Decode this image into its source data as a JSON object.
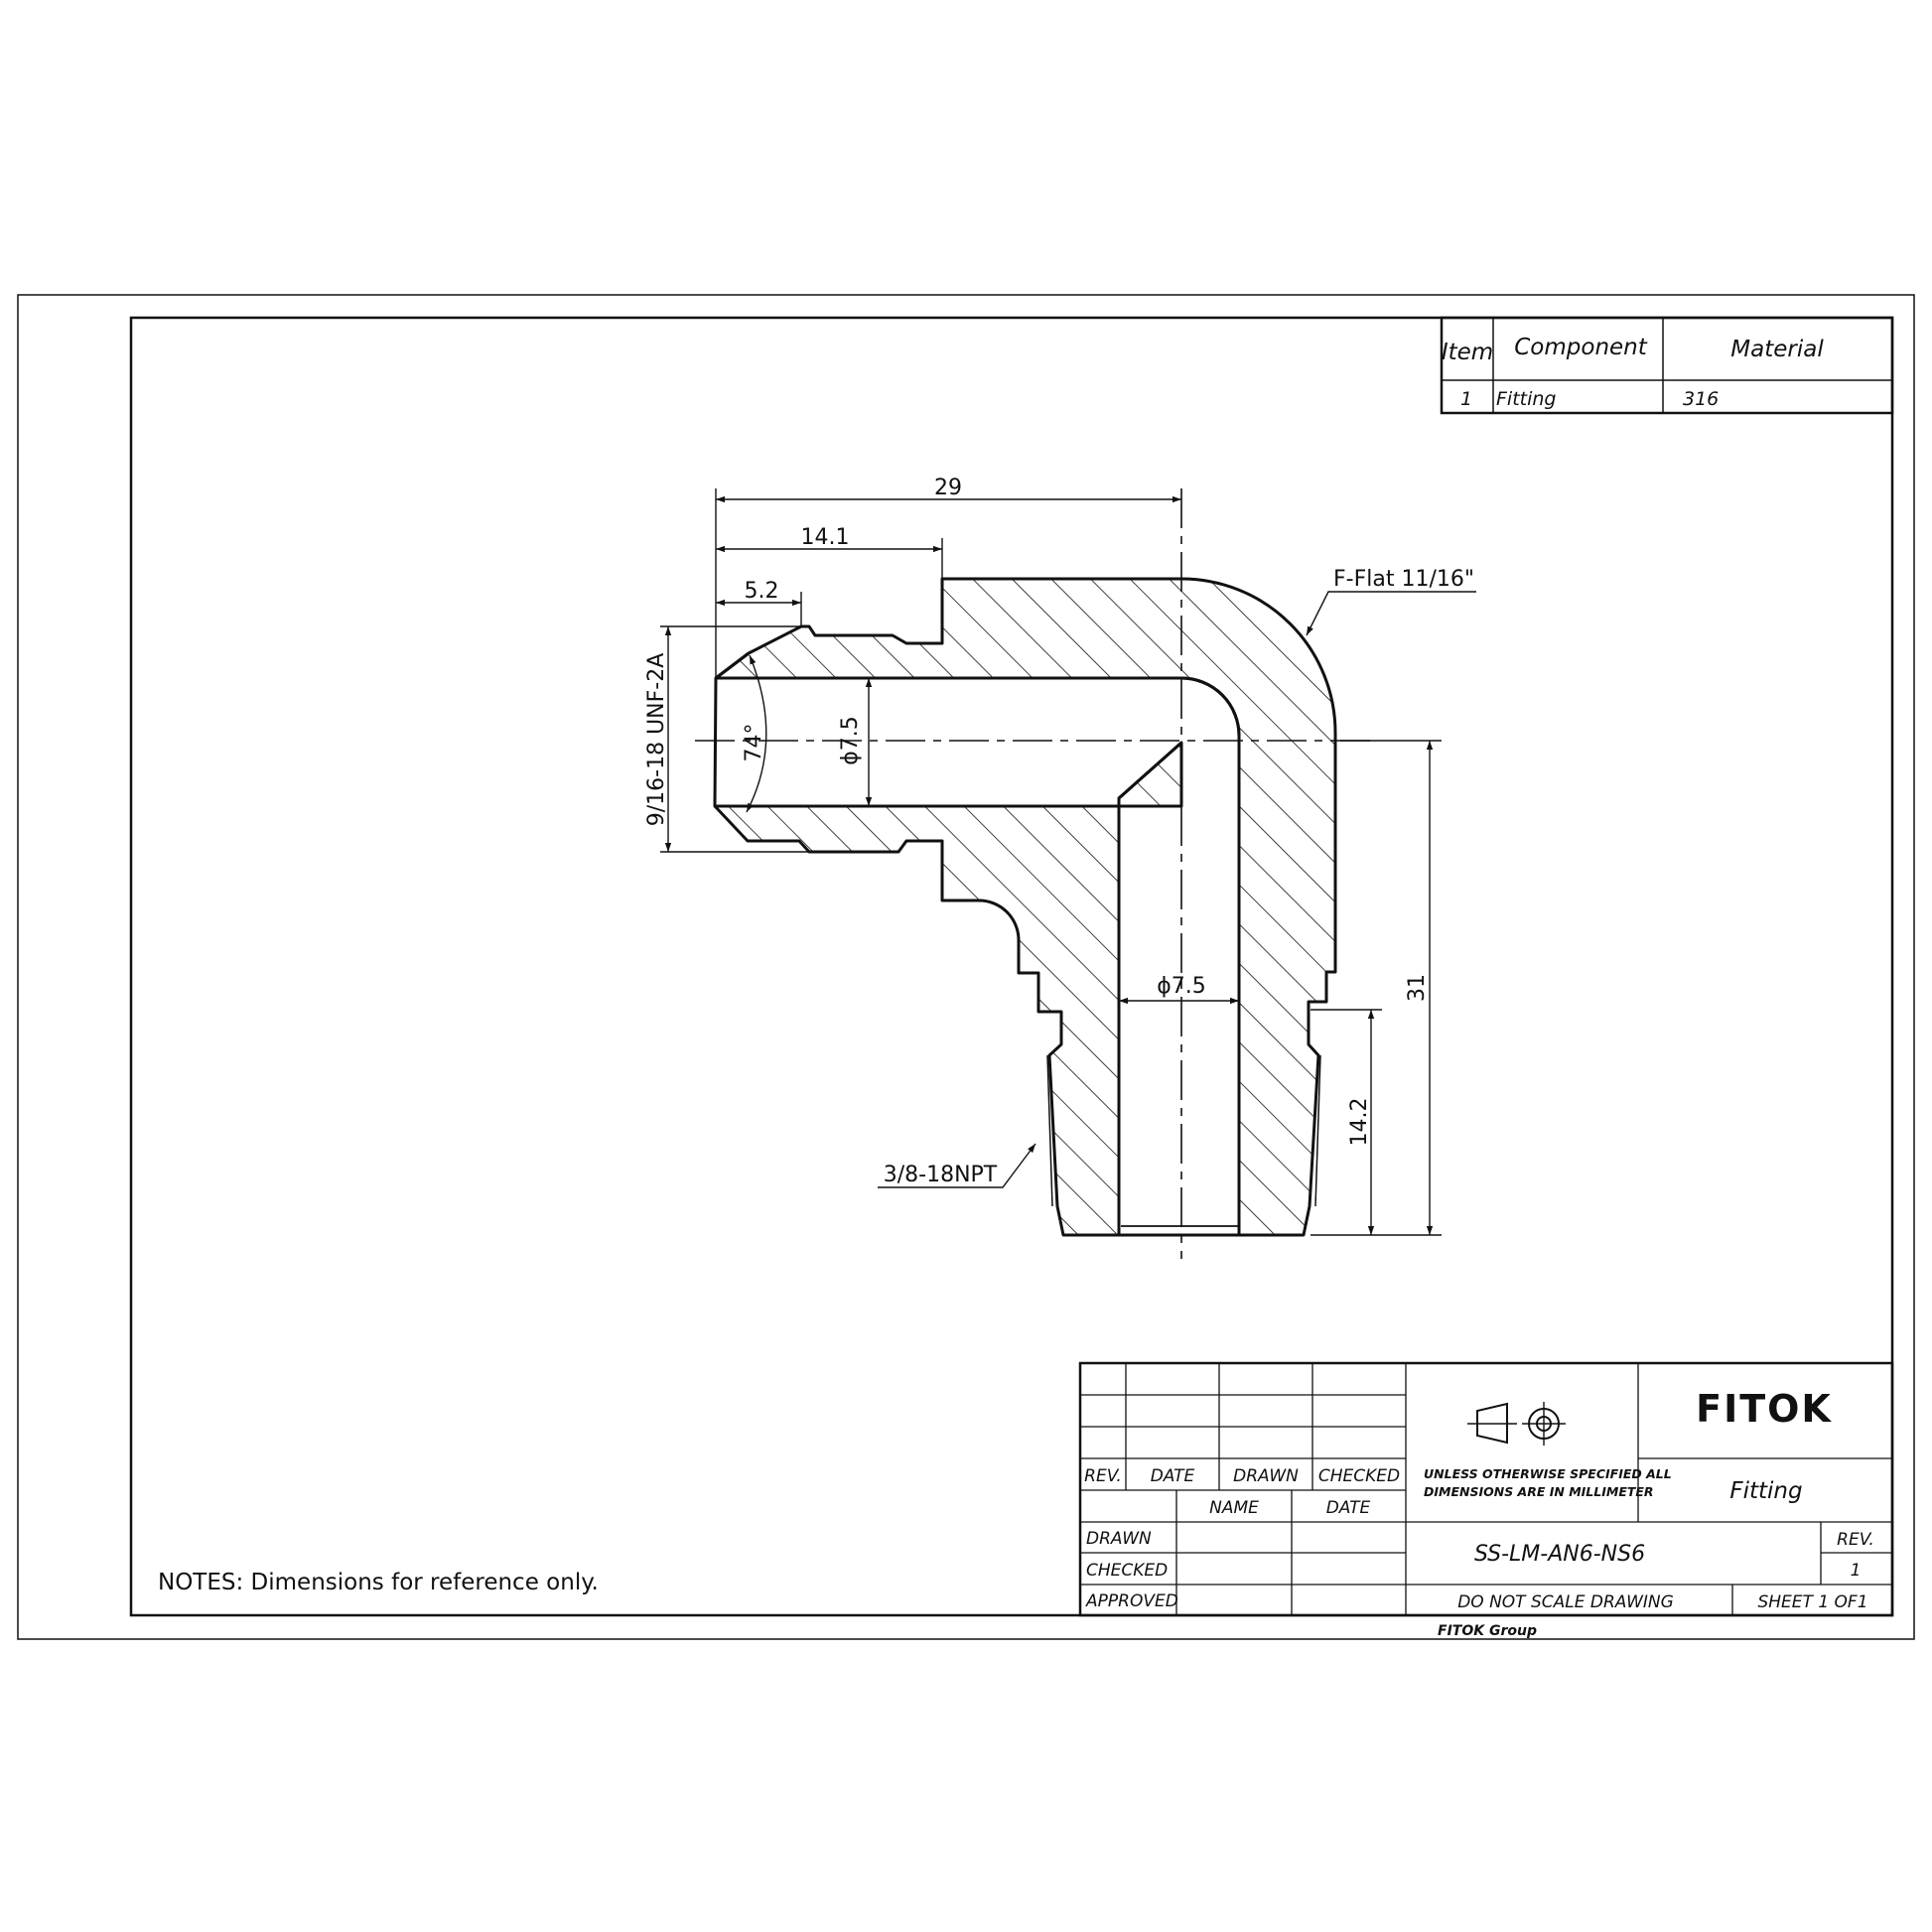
{
  "bom": {
    "headers": [
      "Item",
      "Component",
      "Material"
    ],
    "rows": [
      {
        "item": "1",
        "component": "Fitting",
        "material": "316"
      }
    ]
  },
  "dimensions": {
    "len_29": "29",
    "len_14_1": "14.1",
    "len_5_2": "5.2",
    "thread_unf": "9/16-18 UNF-2A",
    "angle_74": "74°",
    "bore_h": "ϕ7.5",
    "bore_v": "ϕ7.5",
    "flat": "F-Flat 11/16\"",
    "height_31": "31",
    "thread_len_14_2": "14.2",
    "npt": "3/8-18NPT"
  },
  "notes": "NOTES: Dimensions for reference only.",
  "title_block": {
    "rev_headers": [
      "REV.",
      "DATE",
      "DRAWN",
      "CHECKED"
    ],
    "name_headers": [
      "NAME",
      "DATE"
    ],
    "roles": [
      "DRAWN",
      "CHECKED",
      "APPROVED"
    ],
    "spec_line1": "UNLESS OTHERWISE SPECIFIED ALL",
    "spec_line2": "DIMENSIONS ARE IN MILLIMETER",
    "logo": "FITOK",
    "part_name": "Fitting",
    "part_number": "SS-LM-AN6-NS6",
    "rev_label": "REV.",
    "rev_value": "1",
    "do_not_scale": "DO NOT SCALE DRAWING",
    "sheet": "SHEET 1 OF1",
    "group": "FITOK Group"
  }
}
